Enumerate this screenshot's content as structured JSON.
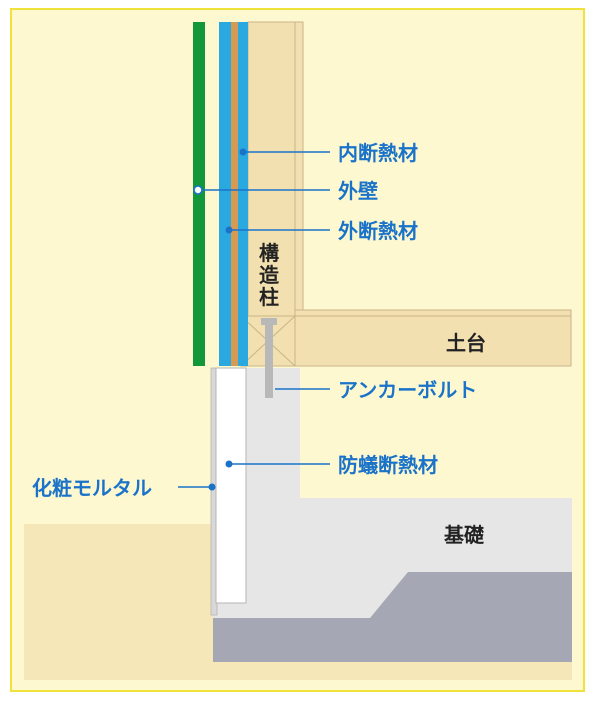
{
  "labels": {
    "inner_insulation": "内断熱材",
    "outer_wall": "外壁",
    "outer_insulation": "外断熱材",
    "structural_pillar": [
      "構",
      "造",
      "柱"
    ],
    "sill": "土台",
    "anchor_bolt": "アンカーボルト",
    "termite_insulation": "防蟻断熱材",
    "mortar": "化粧モルタル",
    "foundation": "基礎"
  },
  "colors": {
    "frame_border": "#f0e23a",
    "background": "#fdf8cf",
    "ground": "#f6e7b8",
    "wood": "#f2e0b0",
    "wood_edge": "#c9b488",
    "concrete": "#e6e6e6",
    "gravel": "#a5a8b4",
    "outer_wall_green": "#12973a",
    "insulation_blue": "#2aa8e0",
    "board_orange": "#d69a52",
    "leader_blue": "#1a73c9",
    "label_dark": "#222222"
  }
}
